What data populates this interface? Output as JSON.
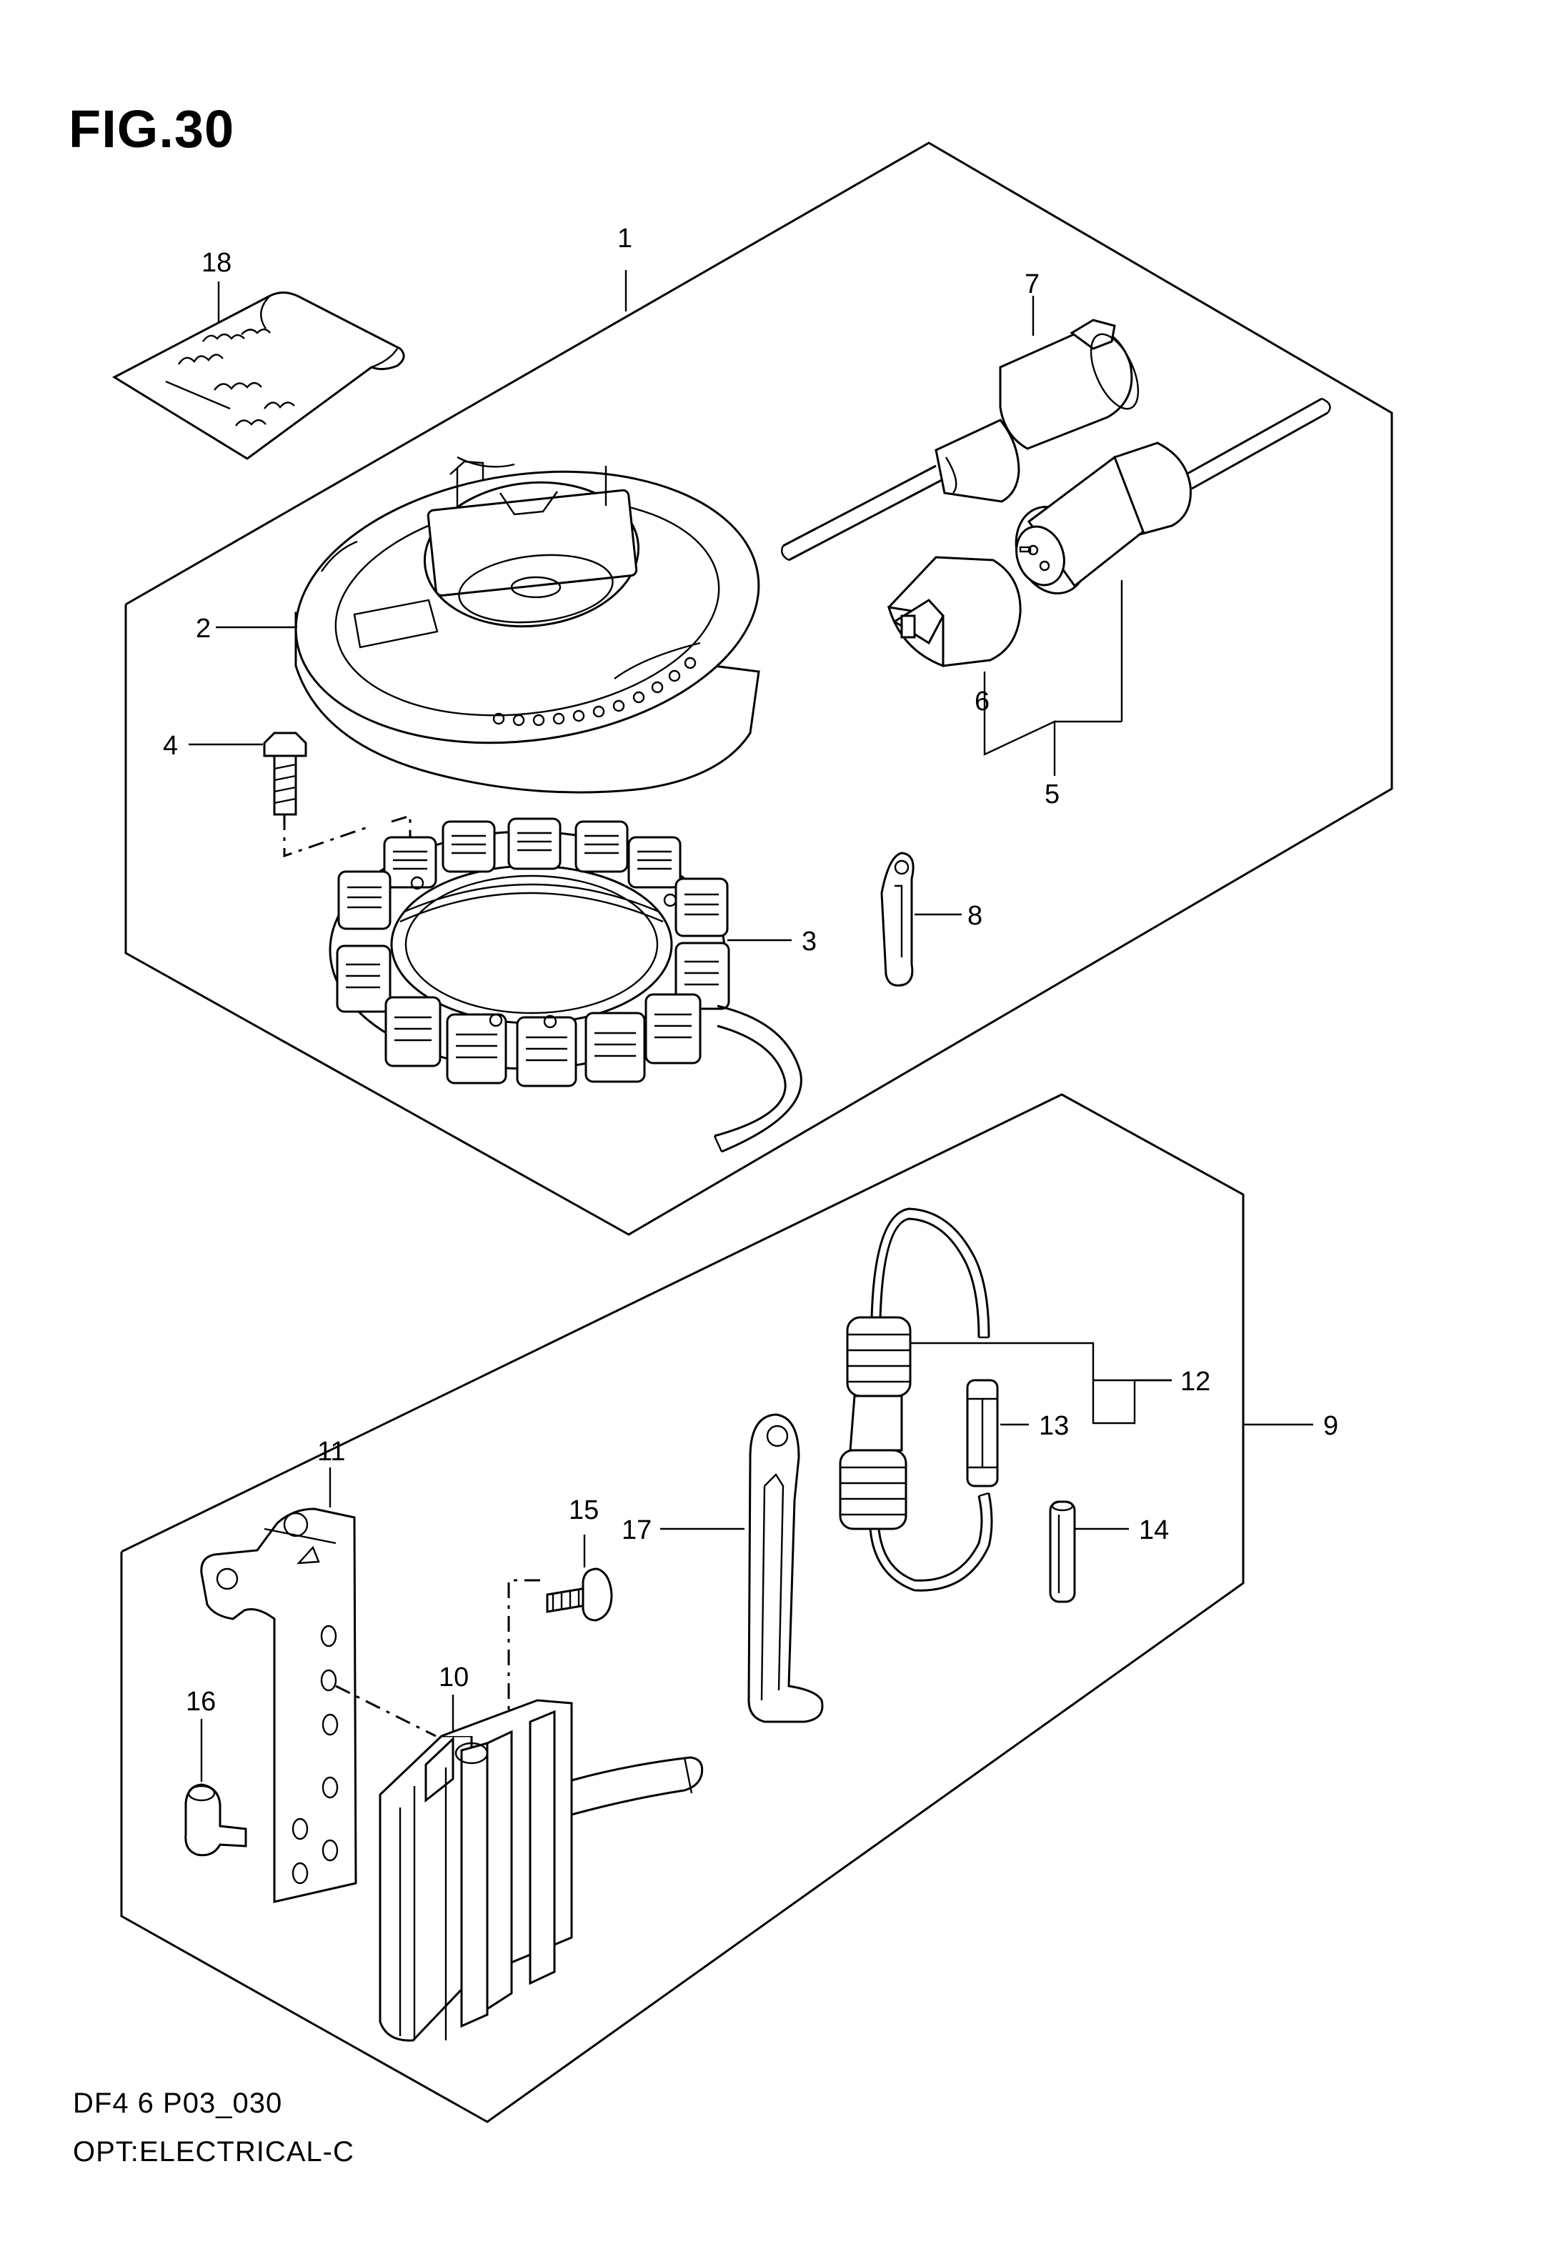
{
  "figure": {
    "title": "FIG.30",
    "code": "DF4 6 P03_030",
    "section": "OPT:ELECTRICAL-C"
  },
  "callouts": [
    {
      "id": "1",
      "label": "1"
    },
    {
      "id": "2",
      "label": "2"
    },
    {
      "id": "3",
      "label": "3"
    },
    {
      "id": "4",
      "label": "4"
    },
    {
      "id": "5",
      "label": "5"
    },
    {
      "id": "6",
      "label": "6"
    },
    {
      "id": "7",
      "label": "7"
    },
    {
      "id": "8",
      "label": "8"
    },
    {
      "id": "9",
      "label": "9"
    },
    {
      "id": "10",
      "label": "10"
    },
    {
      "id": "11",
      "label": "11"
    },
    {
      "id": "12",
      "label": "12"
    },
    {
      "id": "13",
      "label": "13"
    },
    {
      "id": "14",
      "label": "14"
    },
    {
      "id": "15",
      "label": "15"
    },
    {
      "id": "16",
      "label": "16"
    },
    {
      "id": "17",
      "label": "17"
    },
    {
      "id": "18",
      "label": "18"
    }
  ]
}
